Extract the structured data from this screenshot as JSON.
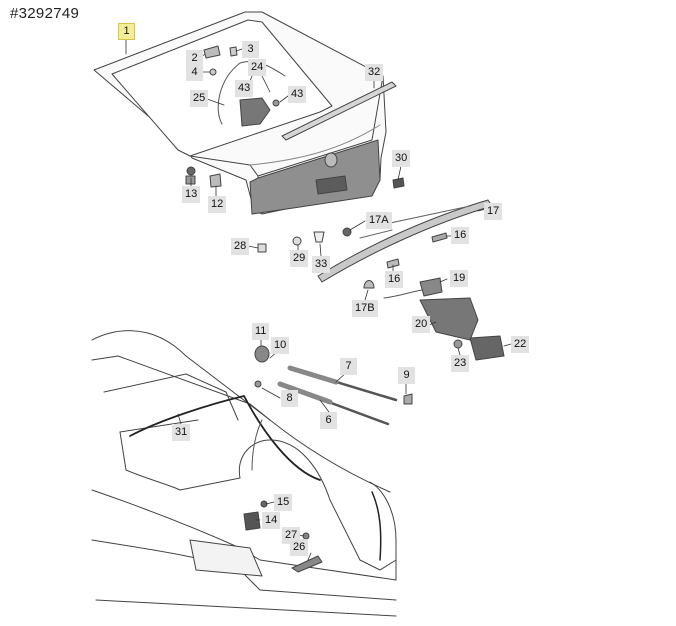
{
  "document": {
    "id_label": "#3292749"
  },
  "callouts": {
    "c1": "1",
    "c2": "2",
    "c3": "3",
    "c4": "4",
    "c6": "6",
    "c7": "7",
    "c8": "8",
    "c9": "9",
    "c10": "10",
    "c11": "11",
    "c12": "12",
    "c13": "13",
    "c14": "14",
    "c15": "15",
    "c16a": "16",
    "c16b": "16",
    "c17": "17",
    "c17a": "17A",
    "c17b": "17B",
    "c19": "19",
    "c20": "20",
    "c22": "22",
    "c23": "23",
    "c24": "24",
    "c25": "25",
    "c26": "26",
    "c27": "27",
    "c28": "28",
    "c29": "29",
    "c30": "30",
    "c31": "31",
    "c32": "32",
    "c33": "33",
    "c43a": "43",
    "c43b": "43"
  },
  "colors": {
    "callout_bg": "#e2e2e2",
    "selected_bg": "#f5ee98",
    "line": "#333333"
  }
}
